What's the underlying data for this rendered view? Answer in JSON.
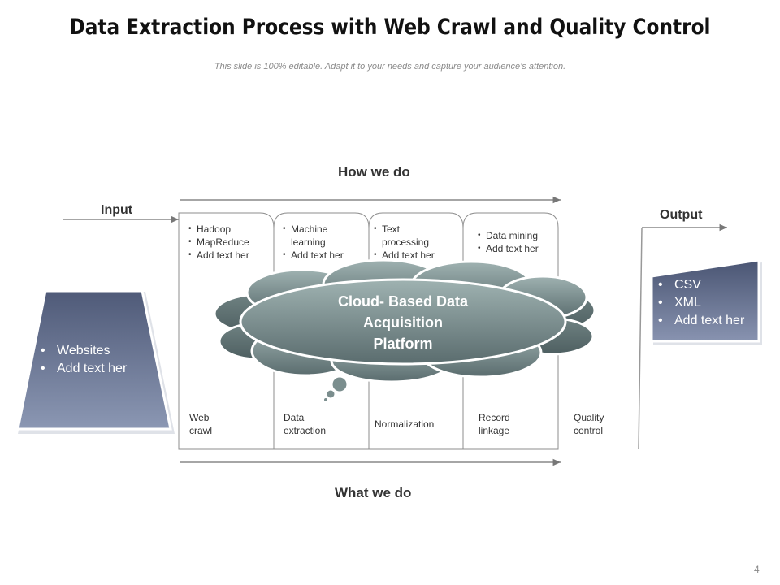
{
  "title": "Data Extraction Process with Web Crawl and Quality Control",
  "subtitle": "This slide is 100% editable. Adapt it to your needs and capture your audience’s attention.",
  "labels": {
    "how_we_do": "How we do",
    "what_we_do": "What we do",
    "input": "Input",
    "output": "Output"
  },
  "input_box": {
    "items": [
      "Websites",
      "Add text her"
    ]
  },
  "output_box": {
    "items": [
      "CSV",
      "XML",
      "Add text her"
    ]
  },
  "columns": [
    {
      "bullets": [
        "Hadoop",
        "MapReduce",
        "Add text her"
      ],
      "step": [
        "Web",
        "crawl"
      ]
    },
    {
      "bullets": [
        "Machine learning",
        "Add text her"
      ],
      "step": [
        "Data",
        "extraction"
      ]
    },
    {
      "bullets": [
        "Text processing",
        "Add text her"
      ],
      "step": [
        "Normalization"
      ]
    },
    {
      "bullets": [
        "Data mining",
        "Add text her"
      ],
      "step": [
        "Record",
        "linkage"
      ]
    }
  ],
  "final_step": [
    "Quality",
    "control"
  ],
  "cloud": {
    "lines": [
      "Cloud- Based Data",
      "Acquisition",
      "Platform"
    ]
  },
  "page_number": "4",
  "colors": {
    "slate_dark": "#4f5a78",
    "slate_light": "#8b97b3",
    "cloud_dark": "#5f7274",
    "cloud_light": "#9fb2b1"
  }
}
